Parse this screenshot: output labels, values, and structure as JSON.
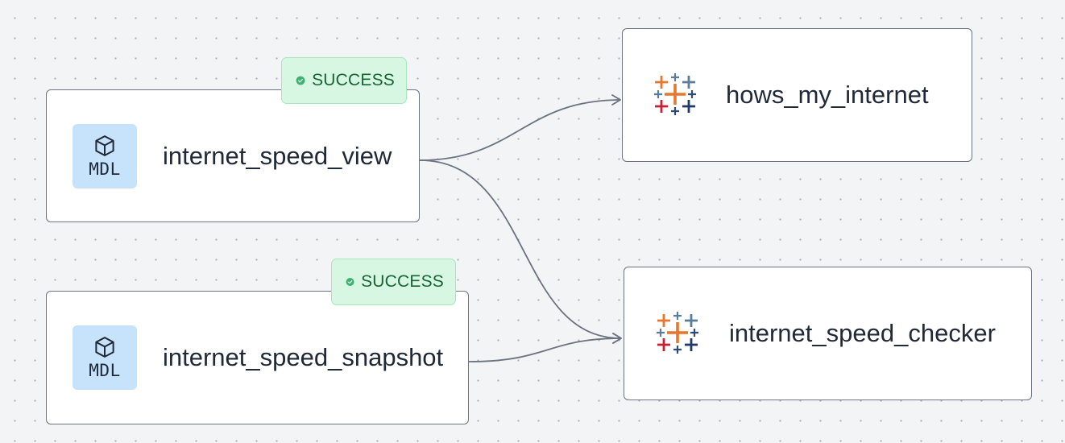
{
  "nodes": {
    "internet_speed_view": {
      "label": "internet_speed_view",
      "type_badge": "MDL",
      "icon": "cube-icon",
      "status": "SUCCESS"
    },
    "internet_speed_snapshot": {
      "label": "internet_speed_snapshot",
      "type_badge": "MDL",
      "icon": "cube-icon",
      "status": "SUCCESS"
    },
    "hows_my_internet": {
      "label": "hows_my_internet",
      "icon": "tableau-logo-icon"
    },
    "internet_speed_checker": {
      "label": "internet_speed_checker",
      "icon": "tableau-logo-icon"
    }
  },
  "edges": [
    {
      "from": "internet_speed_view",
      "to": "hows_my_internet"
    },
    {
      "from": "internet_speed_view",
      "to": "internet_speed_checker"
    },
    {
      "from": "internet_speed_snapshot",
      "to": "internet_speed_checker"
    }
  ],
  "colors": {
    "canvas": "#f3f4f6",
    "node_border": "#6b7280",
    "edge": "#6b7280",
    "mdl_badge": "#c6e3fb",
    "status_bg": "#d7f7e2",
    "status_icon": "#3cb371",
    "status_text": "#166534"
  }
}
